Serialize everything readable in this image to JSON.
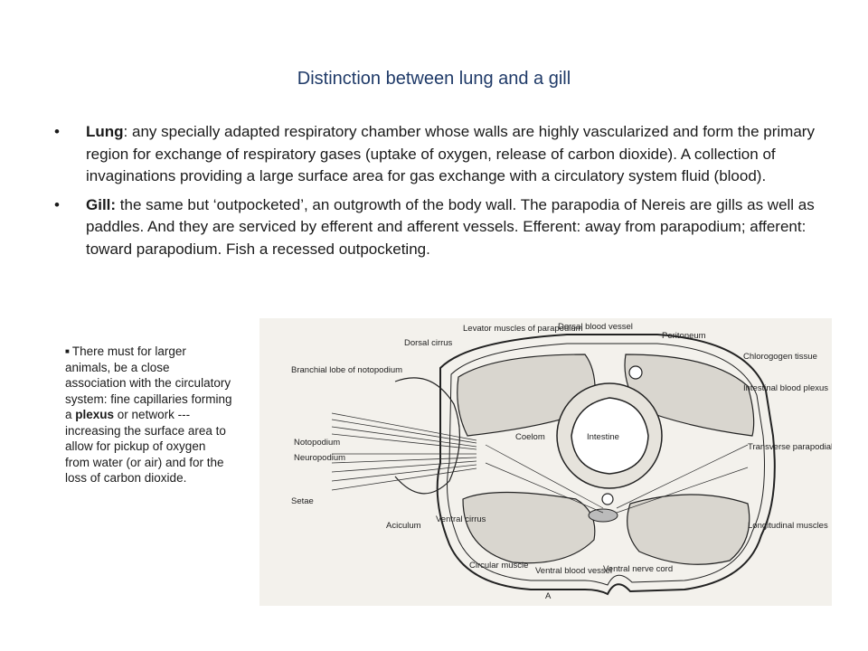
{
  "title": "Distinction between lung and a gill",
  "bullets": [
    {
      "term": "Lung",
      "text": ": any specially adapted respiratory chamber whose walls are highly vascularized and form the primary region for exchange of respiratory gases (uptake of oxygen, release of carbon dioxide). A collection of invaginations providing a large surface area for gas exchange with a circulatory system fluid (blood)."
    },
    {
      "term": "Gill:",
      "text": " the same but ‘outpocketed’, an outgrowth of the body wall. The parapodia of Nereis are gills as well as paddles. And they are serviced by efferent and afferent vessels. Efferent: away from parapodium; afferent: toward parapodium. Fish a recessed outpocketing."
    }
  ],
  "note": {
    "before": "There must for larger animals, be a close association with the circulatory system: fine capillaries forming a ",
    "bold": "plexus",
    "after": " or network --- increasing the surface area to allow for pickup of oxygen from water (or air) and for the loss of carbon dioxide."
  },
  "figure": {
    "labels": {
      "dorsal_cirrus": "Dorsal cirrus",
      "levator": "Levator muscles of parapodium",
      "dorsal_blood_vessel": "Dorsal blood vessel",
      "peritoneum": "Peritoneum",
      "chlorogogen": "Chlorogogen tissue",
      "branchial_lobe": "Branchial lobe of notopodium",
      "intestinal_plexus": "Intestinal blood plexus",
      "coelom": "Coelom",
      "intestine": "Intestine",
      "notopodium": "Notopodium",
      "neuropodium": "Neuropodium",
      "transverse": "Transverse parapodial muscles",
      "setae": "Setae",
      "aciculum": "Aciculum",
      "ventral_cirrus": "Ventral cirrus",
      "longitudinal": "Longitudinal muscles",
      "circular_muscle": "Circular muscle",
      "ventral_blood_vessel": "Ventral blood vessel",
      "ventral_nerve_cord": "Ventral nerve cord",
      "panel_letter": "A"
    }
  }
}
